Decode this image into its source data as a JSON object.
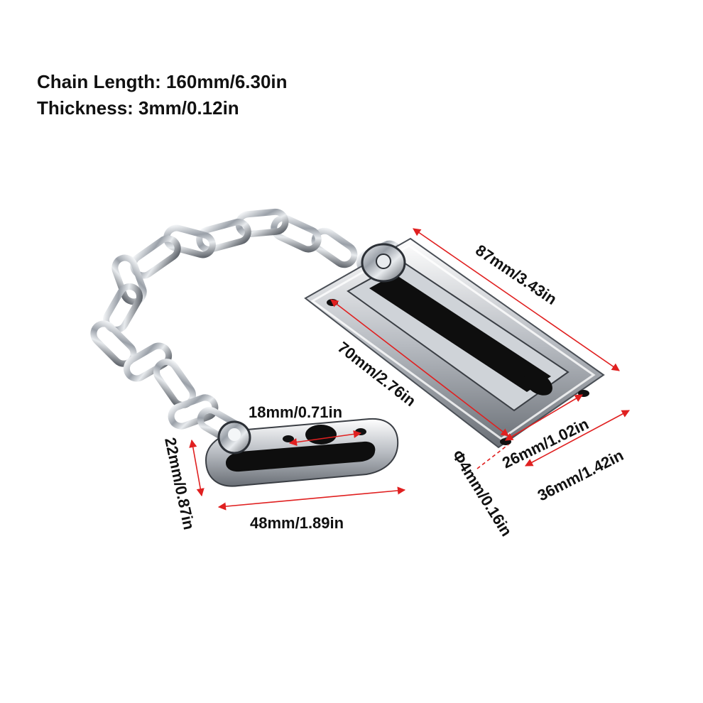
{
  "specs": {
    "chain_length": "Chain Length: 160mm/6.30in",
    "thickness": "Thickness: 3mm/0.12in"
  },
  "dimensions": {
    "plate_length": "87mm/3.43in",
    "slot_length": "70mm/2.76in",
    "hole_spacing": "26mm/1.02in",
    "plate_width": "36mm/1.42in",
    "hole_diameter": "Φ4mm/0.16in",
    "knob_hole_spacing": "18mm/0.71in",
    "knob_plate_height": "22mm/0.87in",
    "knob_plate_length": "48mm/1.89in"
  },
  "colors": {
    "dimension_line": "#e02020",
    "metal_dark": "#1a1a1a",
    "metal_light": "#dcdfe4",
    "background": "#ffffff"
  }
}
